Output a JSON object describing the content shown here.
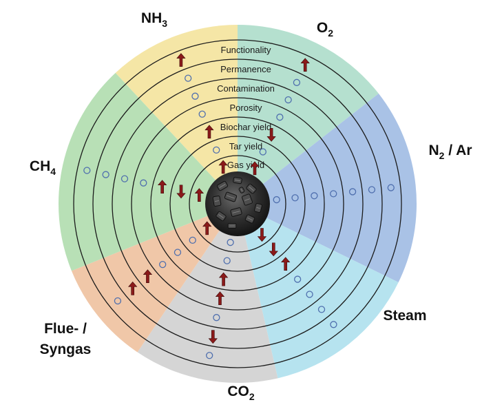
{
  "center_image": "biochar-particle",
  "rings": [
    {
      "label": "Gas yield"
    },
    {
      "label": "Tar yield"
    },
    {
      "label": "Biochar yield"
    },
    {
      "label": "Porosity"
    },
    {
      "label": "Contamination"
    },
    {
      "label": "Permanence"
    },
    {
      "label": "Functionality"
    }
  ],
  "atmospheres": [
    {
      "id": "nh3",
      "base": "NH",
      "sub": "3",
      "tail": "",
      "color": "#f5e6a6",
      "effects": [
        "increase",
        "none",
        "increase",
        "none",
        "none",
        "none",
        "increase"
      ]
    },
    {
      "id": "o2",
      "base": "O",
      "sub": "2",
      "tail": "",
      "color": "#b5e0cf",
      "effects": [
        "increase",
        "none",
        "decrease",
        "none",
        "none",
        "none",
        "increase"
      ]
    },
    {
      "id": "n2-ar",
      "base": "N",
      "sub": "2",
      "tail": "/ Ar",
      "color": "#a9c2e6",
      "effects": [
        "none",
        "none",
        "none",
        "none",
        "none",
        "none",
        "none"
      ]
    },
    {
      "id": "steam",
      "base": "Steam",
      "sub": "",
      "tail": "",
      "color": "#b6e3ef",
      "effects": [
        "decrease",
        "decrease",
        "increase",
        "none",
        "none",
        "none",
        "none"
      ]
    },
    {
      "id": "co2",
      "base": "CO",
      "sub": "2",
      "tail": "",
      "color": "#d5d5d5",
      "effects": [
        "none",
        "none",
        "increase",
        "increase",
        "none",
        "decrease",
        "none"
      ]
    },
    {
      "id": "flue-syngas",
      "base": "Flue- /",
      "line2": "Syngas",
      "sub": "",
      "tail": "",
      "color": "#f0c7a8",
      "effects": [
        "increase",
        "none",
        "none",
        "none",
        "increase",
        "increase",
        "none"
      ]
    },
    {
      "id": "ch4",
      "base": "CH",
      "sub": "4",
      "tail": "",
      "color": "#b8e0b6",
      "effects": [
        "increase",
        "decrease",
        "increase",
        "none",
        "none",
        "none",
        "none"
      ]
    }
  ],
  "colors": {
    "increase_arrow": "#8b1a1a",
    "decrease_arrow": "#8b1a1a",
    "no_change_marker": "#4f6fae",
    "ring_stroke": "#1a1a1a"
  }
}
